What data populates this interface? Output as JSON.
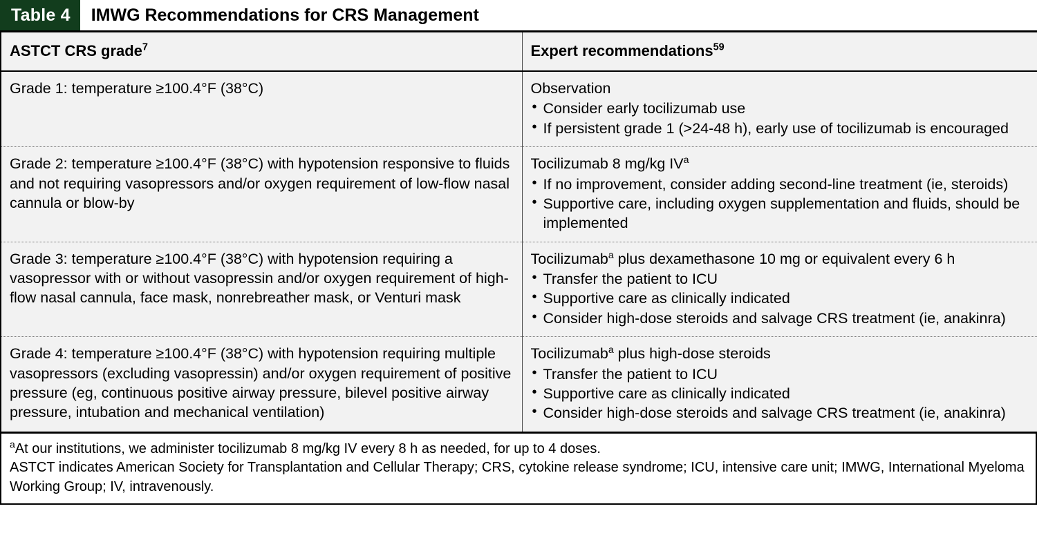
{
  "figure": {
    "label": "Table 4",
    "title": "IMWG Recommendations for CRS Management",
    "badge_color": "#123d1d",
    "body_bg": "#f2f2f2"
  },
  "columns": [
    {
      "header": "ASTCT CRS grade",
      "superscript": "7"
    },
    {
      "header": "Expert recommendations",
      "superscript": "59"
    }
  ],
  "rows": [
    {
      "grade": {
        "text": "Grade 1: temperature ≥100.4°F (38°C)"
      },
      "recommendation": {
        "lead": "Observation",
        "lead_superscript": "",
        "bullets": [
          "Consider early tocilizumab use",
          "If persistent grade 1 (>24-48 h), early use of tocilizumab is encouraged"
        ]
      }
    },
    {
      "grade": {
        "text": "Grade 2: temperature ≥100.4°F (38°C) with hypotension responsive to fluids and not requiring vasopressors and/or oxygen requirement of low-flow nasal cannula or blow-by"
      },
      "recommendation": {
        "lead": "Tocilizumab 8 mg/kg IV",
        "lead_superscript": "a",
        "bullets": [
          "If no improvement, consider adding second-line treatment (ie, steroids)",
          "Supportive care, including oxygen supplementation and fluids, should be implemented"
        ]
      }
    },
    {
      "grade": {
        "text": "Grade 3: temperature ≥100.4°F (38°C) with hypotension requiring a vasopressor with or without vasopressin and/or oxygen requirement of high-flow nasal cannula, face mask, nonrebreather mask, or Venturi mask"
      },
      "recommendation": {
        "lead": "Tocilizumab",
        "lead_superscript": "a",
        "lead_tail": " plus dexamethasone 10 mg or equivalent every 6 h",
        "bullets": [
          "Transfer the patient to ICU",
          "Supportive care as clinically indicated",
          "Consider high-dose steroids and salvage CRS treatment (ie, anakinra)"
        ]
      }
    },
    {
      "grade": {
        "text": "Grade 4: temperature ≥100.4°F (38°C) with hypotension requiring multiple vasopressors (excluding vasopressin) and/or oxygen requirement of positive pressure (eg, continuous positive airway pressure, bilevel positive airway pressure, intubation and mechanical ventilation)"
      },
      "recommendation": {
        "lead": "Tocilizumab",
        "lead_superscript": "a",
        "lead_tail": " plus high-dose steroids",
        "bullets": [
          "Transfer the patient to ICU",
          "Supportive care as clinically indicated",
          "Consider high-dose steroids and salvage CRS treatment (ie, anakinra)"
        ]
      }
    }
  ],
  "footnotes": {
    "marker": "a",
    "line_a": "At our institutions, we administer tocilizumab 8 mg/kg IV every 8 h as needed, for up to 4 doses.",
    "abbreviations": "ASTCT indicates American Society for Transplantation and Cellular Therapy; CRS, cytokine release syndrome; ICU, intensive care unit; IMWG, International Myeloma Working Group; IV, intravenously."
  }
}
